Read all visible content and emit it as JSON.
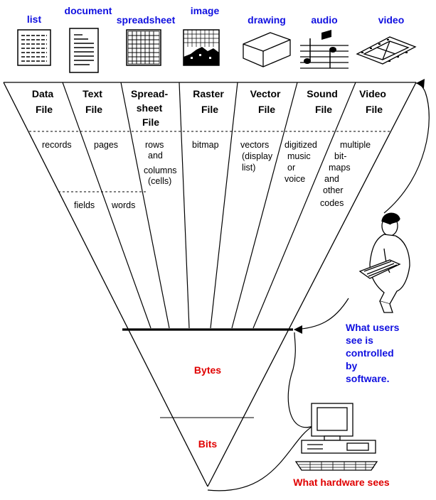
{
  "colors": {
    "blue": "#1010e0",
    "red": "#e00000",
    "line": "#000000"
  },
  "icons": [
    {
      "label": "list",
      "icon": "list-icon"
    },
    {
      "label": "document",
      "icon": "document-icon"
    },
    {
      "label": "spreadsheet",
      "icon": "spreadsheet-icon"
    },
    {
      "label": "image",
      "icon": "image-icon"
    },
    {
      "label": "drawing",
      "icon": "drawing-icon"
    },
    {
      "label": "audio",
      "icon": "audio-icon"
    },
    {
      "label": "video",
      "icon": "video-icon"
    }
  ],
  "columns": [
    {
      "title": [
        "Data",
        "File"
      ],
      "level1": [
        "records"
      ],
      "level2": [
        "fields"
      ]
    },
    {
      "title": [
        "Text",
        "File"
      ],
      "level1": [
        "pages"
      ],
      "level2": [
        "words"
      ]
    },
    {
      "title": [
        "Spread-",
        "sheet",
        "File"
      ],
      "level1": [
        "rows",
        "and",
        "columns",
        "(cells)"
      ],
      "level2": []
    },
    {
      "title": [
        "Raster",
        "File"
      ],
      "level1": [
        "bitmap"
      ],
      "level2": []
    },
    {
      "title": [
        "Vector",
        "File"
      ],
      "level1": [
        "vectors",
        "(display",
        "list)"
      ],
      "level2": []
    },
    {
      "title": [
        "Sound",
        "File"
      ],
      "level1": [
        "digitized",
        "music",
        "or",
        "voice"
      ],
      "level2": []
    },
    {
      "title": [
        "Video",
        "File"
      ],
      "level1": [
        "multiple",
        "bit-",
        "maps",
        "and",
        "other",
        "codes"
      ],
      "level2": []
    }
  ],
  "layers": {
    "bytes": "Bytes",
    "bits": "Bits"
  },
  "captions": {
    "users": [
      "What users",
      "see is",
      "controlled",
      "by",
      "software."
    ],
    "hardware": "What hardware sees"
  }
}
